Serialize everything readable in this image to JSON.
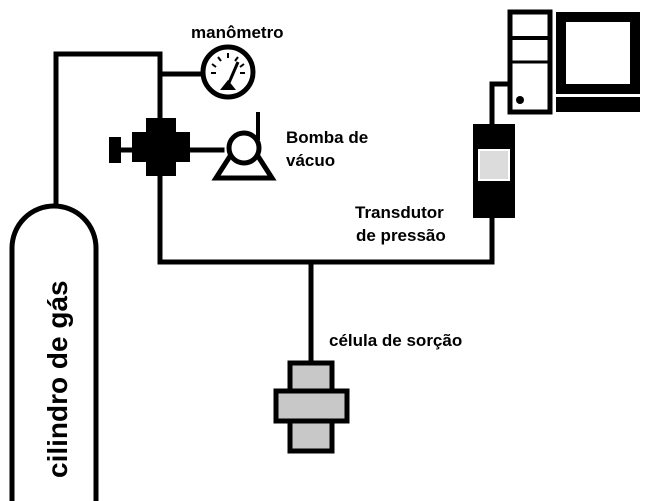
{
  "labels": {
    "manometer": "manômetro",
    "vacuum_pump_line1": "Bomba de",
    "vacuum_pump_line2": "vácuo",
    "transducer_line1": "Transdutor",
    "transducer_line2": "de pressão",
    "sorption_cell": "célula de sorção",
    "gas_cylinder": "cilindro de gás"
  },
  "colors": {
    "line": "#000000",
    "cell_fill": "#c8c8c8",
    "transducer_window": "#dcdcdc",
    "background": "#ffffff"
  },
  "components": [
    "gas-cylinder",
    "valve",
    "manometer",
    "vacuum-pump",
    "pressure-transducer",
    "computer",
    "sorption-cell"
  ]
}
